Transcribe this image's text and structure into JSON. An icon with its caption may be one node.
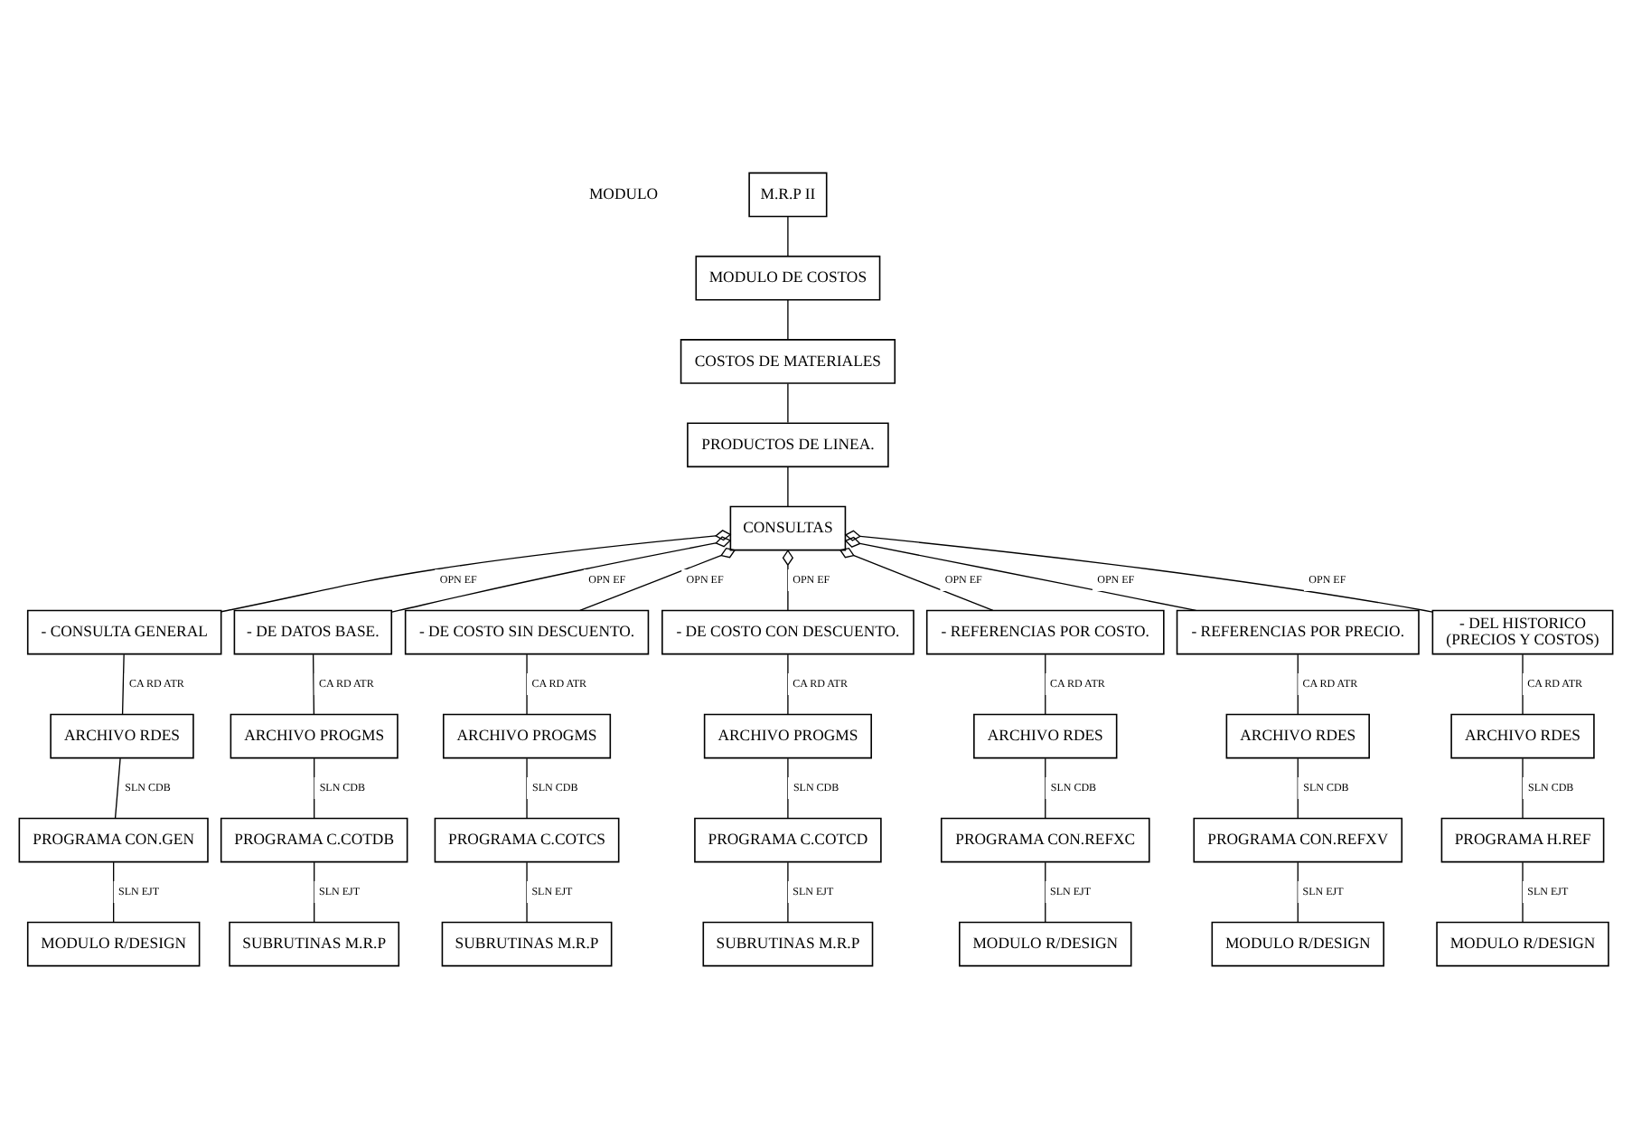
{
  "diagram": {
    "nodes": [
      {
        "text": [
          "M.R.P II"
        ]
      },
      {
        "text": [
          "MODULO DE COSTOS"
        ]
      },
      {
        "text": [
          "COSTOS DE MATERIALES"
        ]
      },
      {
        "text": [
          "PRODUCTOS DE LINEA."
        ]
      },
      {
        "text": [
          "CONSULTAS"
        ]
      },
      {
        "text": [
          "- CONSULTA GENERAL"
        ]
      },
      {
        "text": [
          "- DE DATOS BASE."
        ]
      },
      {
        "text": [
          "- DE COSTO SIN DESCUENTO."
        ]
      },
      {
        "text": [
          "- DE COSTO CON DESCUENTO."
        ]
      },
      {
        "text": [
          "- REFERENCIAS POR COSTO."
        ]
      },
      {
        "text": [
          "- REFERENCIAS POR PRECIO."
        ]
      },
      {
        "text": [
          "- DEL HISTORICO",
          "(PRECIOS Y COSTOS)"
        ]
      },
      {
        "text": [
          "ARCHIVO RDES"
        ]
      },
      {
        "text": [
          "ARCHIVO PROGMS"
        ]
      },
      {
        "text": [
          "ARCHIVO PROGMS"
        ]
      },
      {
        "text": [
          "ARCHIVO PROGMS"
        ]
      },
      {
        "text": [
          "ARCHIVO RDES"
        ]
      },
      {
        "text": [
          "ARCHIVO RDES"
        ]
      },
      {
        "text": [
          "ARCHIVO RDES"
        ]
      },
      {
        "text": [
          "PROGRAMA CON.GEN"
        ]
      },
      {
        "text": [
          "PROGRAMA C.COTDB"
        ]
      },
      {
        "text": [
          "PROGRAMA C.COTCS"
        ]
      },
      {
        "text": [
          "PROGRAMA C.COTCD"
        ]
      },
      {
        "text": [
          "PROGRAMA CON.REFXC"
        ]
      },
      {
        "text": [
          "PROGRAMA CON.REFXV"
        ]
      },
      {
        "text": [
          "PROGRAMA H.REF"
        ]
      },
      {
        "text": [
          "MODULO R/DESIGN"
        ]
      },
      {
        "text": [
          "SUBRUTINAS M.R.P"
        ]
      },
      {
        "text": [
          "SUBRUTINAS M.R.P"
        ]
      },
      {
        "text": [
          "SUBRUTINAS M.R.P"
        ]
      },
      {
        "text": [
          "MODULO R/DESIGN"
        ]
      },
      {
        "text": [
          "MODULO R/DESIGN"
        ]
      },
      {
        "text": [
          "MODULO R/DESIGN"
        ]
      }
    ],
    "edges": [
      {
        "from": 0,
        "to": 1,
        "arrow": "none"
      },
      {
        "from": 1,
        "to": 2,
        "arrow": "none"
      },
      {
        "from": 2,
        "to": 3,
        "arrow": "none"
      },
      {
        "from": 3,
        "to": 4,
        "arrow": "none"
      },
      {
        "from": 4,
        "to": 5,
        "arrow": "other",
        "label": "OPN EF"
      },
      {
        "from": 4,
        "to": 6,
        "arrow": "other",
        "label": "OPN EF"
      },
      {
        "from": 4,
        "to": 7,
        "arrow": "other",
        "label": "OPN EF"
      },
      {
        "from": 4,
        "to": 8,
        "arrow": "other",
        "label": "OPN EF"
      },
      {
        "from": 4,
        "to": 9,
        "arrow": "other",
        "label": "OPN EF"
      },
      {
        "from": 4,
        "to": 10,
        "arrow": "other",
        "label": "OPN EF"
      },
      {
        "from": 4,
        "to": 11,
        "arrow": "other",
        "label": "OPN EF"
      },
      {
        "from": 5,
        "to": 12,
        "arrow": "none",
        "label": "CA RD ATR"
      },
      {
        "from": 6,
        "to": 13,
        "arrow": "none",
        "label": "CA RD ATR"
      },
      {
        "from": 7,
        "to": 14,
        "arrow": "none",
        "label": "CA RD ATR"
      },
      {
        "from": 8,
        "to": 15,
        "arrow": "none",
        "label": "CA RD ATR"
      },
      {
        "from": 9,
        "to": 16,
        "arrow": "none",
        "label": "CA RD ATR"
      },
      {
        "from": 10,
        "to": 17,
        "arrow": "none",
        "label": "CA RD ATR"
      },
      {
        "from": 11,
        "to": 18,
        "arrow": "none",
        "label": "CA RD ATR"
      },
      {
        "from": 12,
        "to": 19,
        "arrow": "none",
        "label": "SLN CDB"
      },
      {
        "from": 13,
        "to": 20,
        "arrow": "none",
        "label": "SLN CDB"
      },
      {
        "from": 14,
        "to": 21,
        "arrow": "none",
        "label": "SLN CDB"
      },
      {
        "from": 15,
        "to": 22,
        "arrow": "none",
        "label": "SLN CDB"
      },
      {
        "from": 16,
        "to": 23,
        "arrow": "none",
        "label": "SLN CDB"
      },
      {
        "from": 17,
        "to": 24,
        "arrow": "none",
        "label": "SLN CDB"
      },
      {
        "from": 18,
        "to": 25,
        "arrow": "none",
        "label": "SLN CDB"
      },
      {
        "from": 19,
        "to": 26,
        "arrow": "none",
        "label": "SLN EJT"
      },
      {
        "from": 20,
        "to": 27,
        "arrow": "none",
        "label": "SLN EJT"
      },
      {
        "from": 21,
        "to": 28,
        "arrow": "none",
        "label": "SLN EJT"
      },
      {
        "from": 22,
        "to": 29,
        "arrow": "none",
        "label": "SLN EJT"
      },
      {
        "from": 23,
        "to": 30,
        "arrow": "none",
        "label": "SLN EJT"
      },
      {
        "from": 24,
        "to": 31,
        "arrow": "none",
        "label": "SLN EJT"
      },
      {
        "from": 25,
        "to": 32,
        "arrow": "none",
        "label": "SLN EJT"
      }
    ],
    "labels": [
      "MODULO"
    ]
  }
}
